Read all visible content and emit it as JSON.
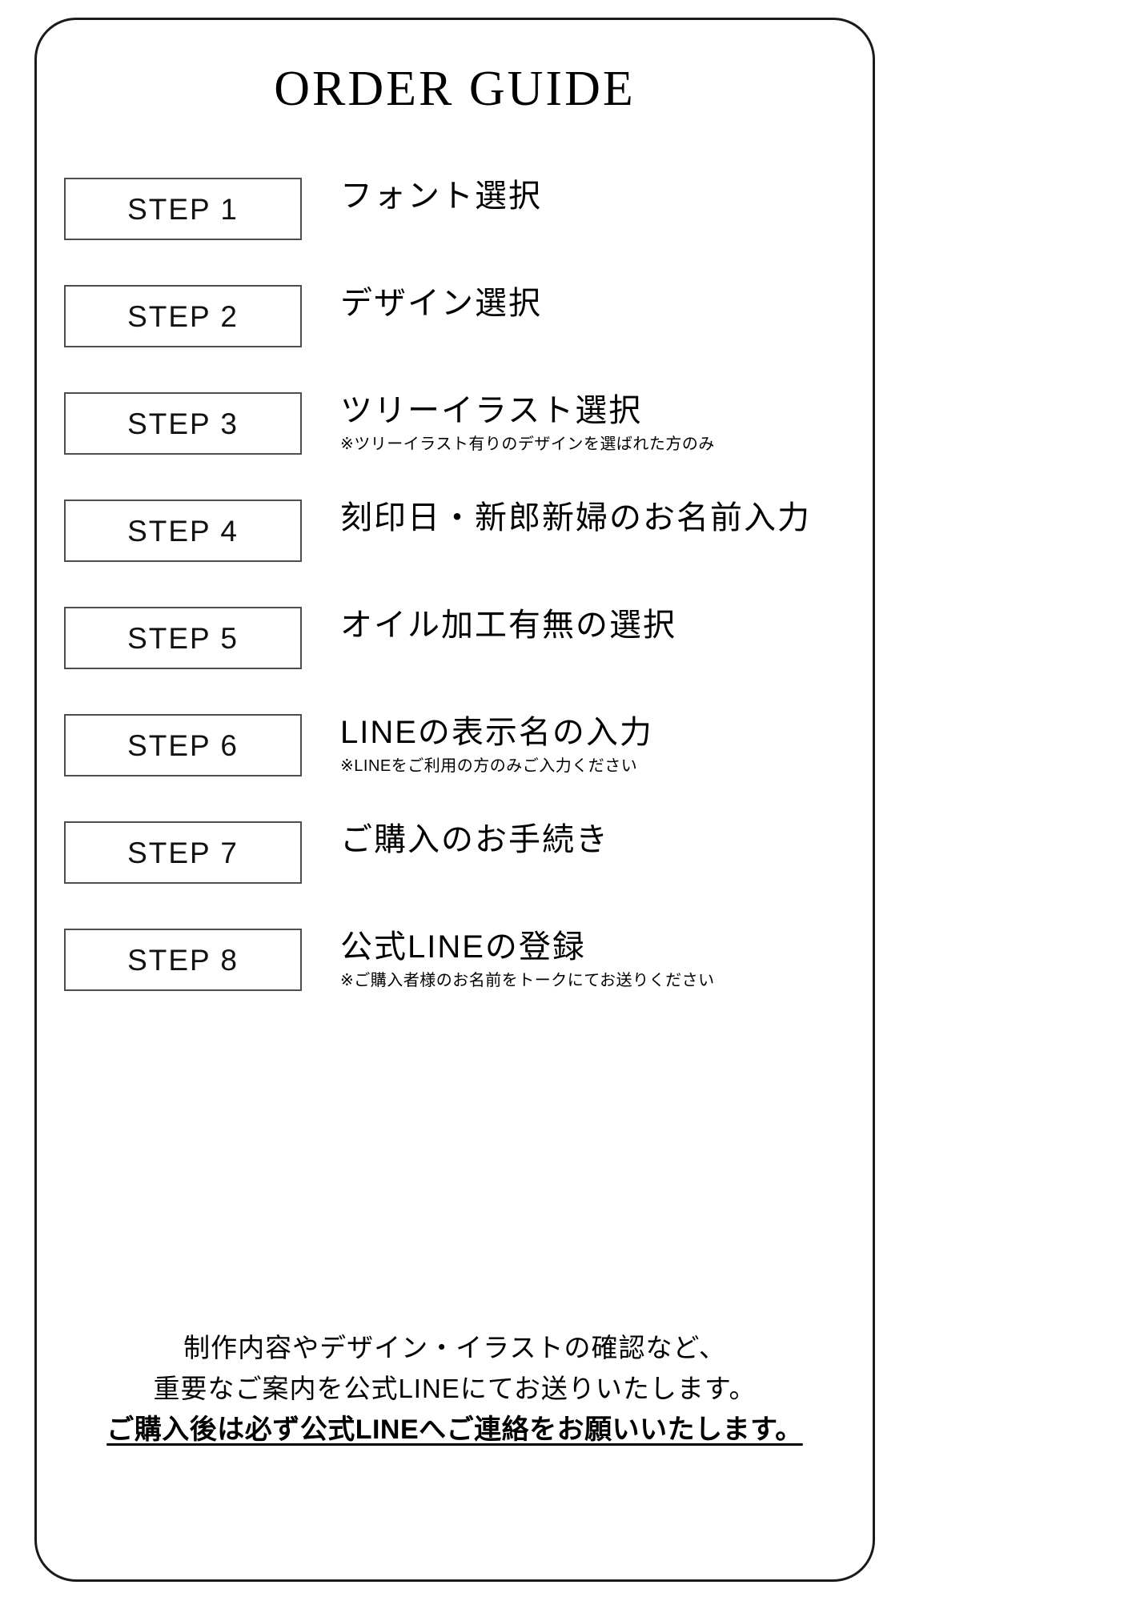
{
  "document": {
    "title": "ORDER GUIDE"
  },
  "steps": [
    {
      "box_label": "STEP 1",
      "description": "フォント選択",
      "note": ""
    },
    {
      "box_label": "STEP 2",
      "description": "デザイン選択",
      "note": ""
    },
    {
      "box_label": "STEP 3",
      "description": "ツリーイラスト選択",
      "note": "※ツリーイラスト有りのデザインを選ばれた方のみ"
    },
    {
      "box_label": "STEP 4",
      "description": "刻印日・新郎新婦のお名前入力",
      "note": ""
    },
    {
      "box_label": "STEP 5",
      "description": "オイル加工有無の選択",
      "note": ""
    },
    {
      "box_label": "STEP 6",
      "description": "LINEの表示名の入力",
      "note": "※LINEをご利用の方のみご入力ください"
    },
    {
      "box_label": "STEP 7",
      "description": "ご購入のお手続き",
      "note": ""
    },
    {
      "box_label": "STEP 8",
      "description": "公式LINEの登録",
      "note": "※ご購入者様のお名前をトークにてお送りください"
    }
  ],
  "footer": {
    "line1": "制作内容やデザイン・イラストの確認など、",
    "line2": "重要なご案内を公式LINEにてお送りいたします。",
    "line3": "ご購入後は必ず公式LINEへご連絡をお願いいたします。"
  },
  "colors": {
    "frame_border": "#1a1a1a",
    "box_border": "#4d4d4d",
    "text": "#000000",
    "background": "#ffffff"
  }
}
